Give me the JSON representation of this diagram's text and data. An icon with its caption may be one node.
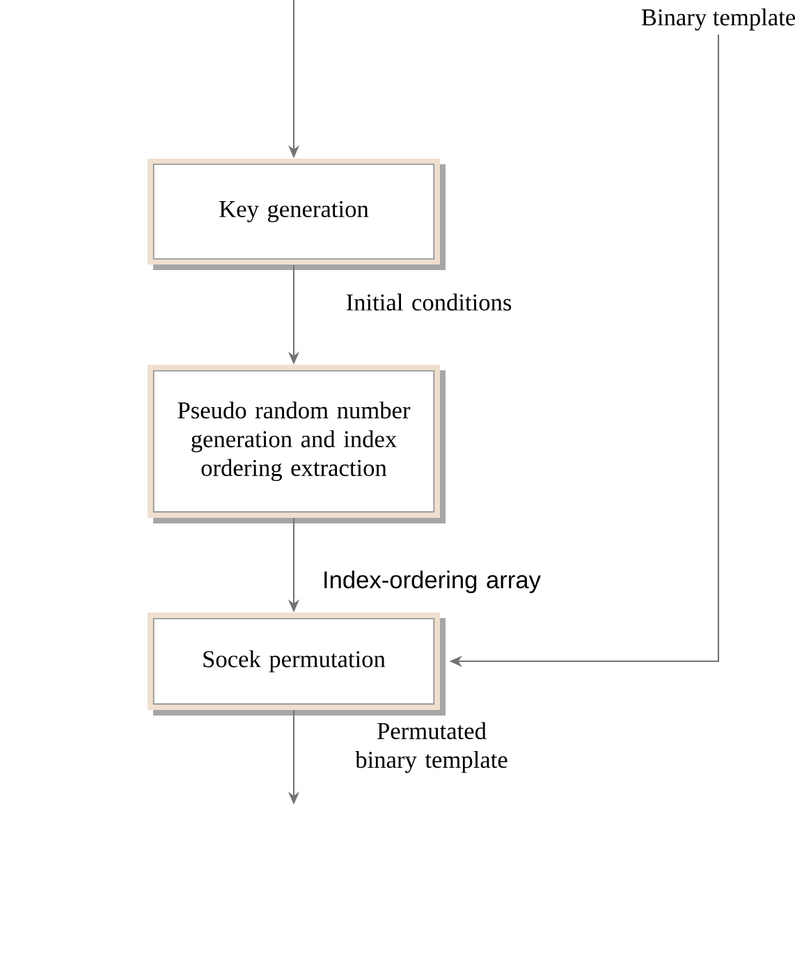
{
  "diagram": {
    "nodes": [
      {
        "text": [
          "Key generation"
        ]
      },
      {
        "text": [
          "Pseudo random number generation and index ordering extraction"
        ]
      },
      {
        "text": [
          "Socek permutation"
        ]
      },
      {
        "text": [
          "Binary template"
        ]
      }
    ],
    "edges": [
      {
        "from": null,
        "to": 0,
        "arrow": "to"
      },
      {
        "from": 0,
        "to": 1,
        "arrow": "to",
        "label": "Initial conditions"
      },
      {
        "from": 1,
        "to": 2,
        "arrow": "to",
        "label": "Index-ordering array"
      },
      {
        "from": 3,
        "to": 2,
        "arrow": "to"
      },
      {
        "from": 2,
        "to": null,
        "arrow": "to",
        "label": "Permutated binary template"
      }
    ]
  }
}
